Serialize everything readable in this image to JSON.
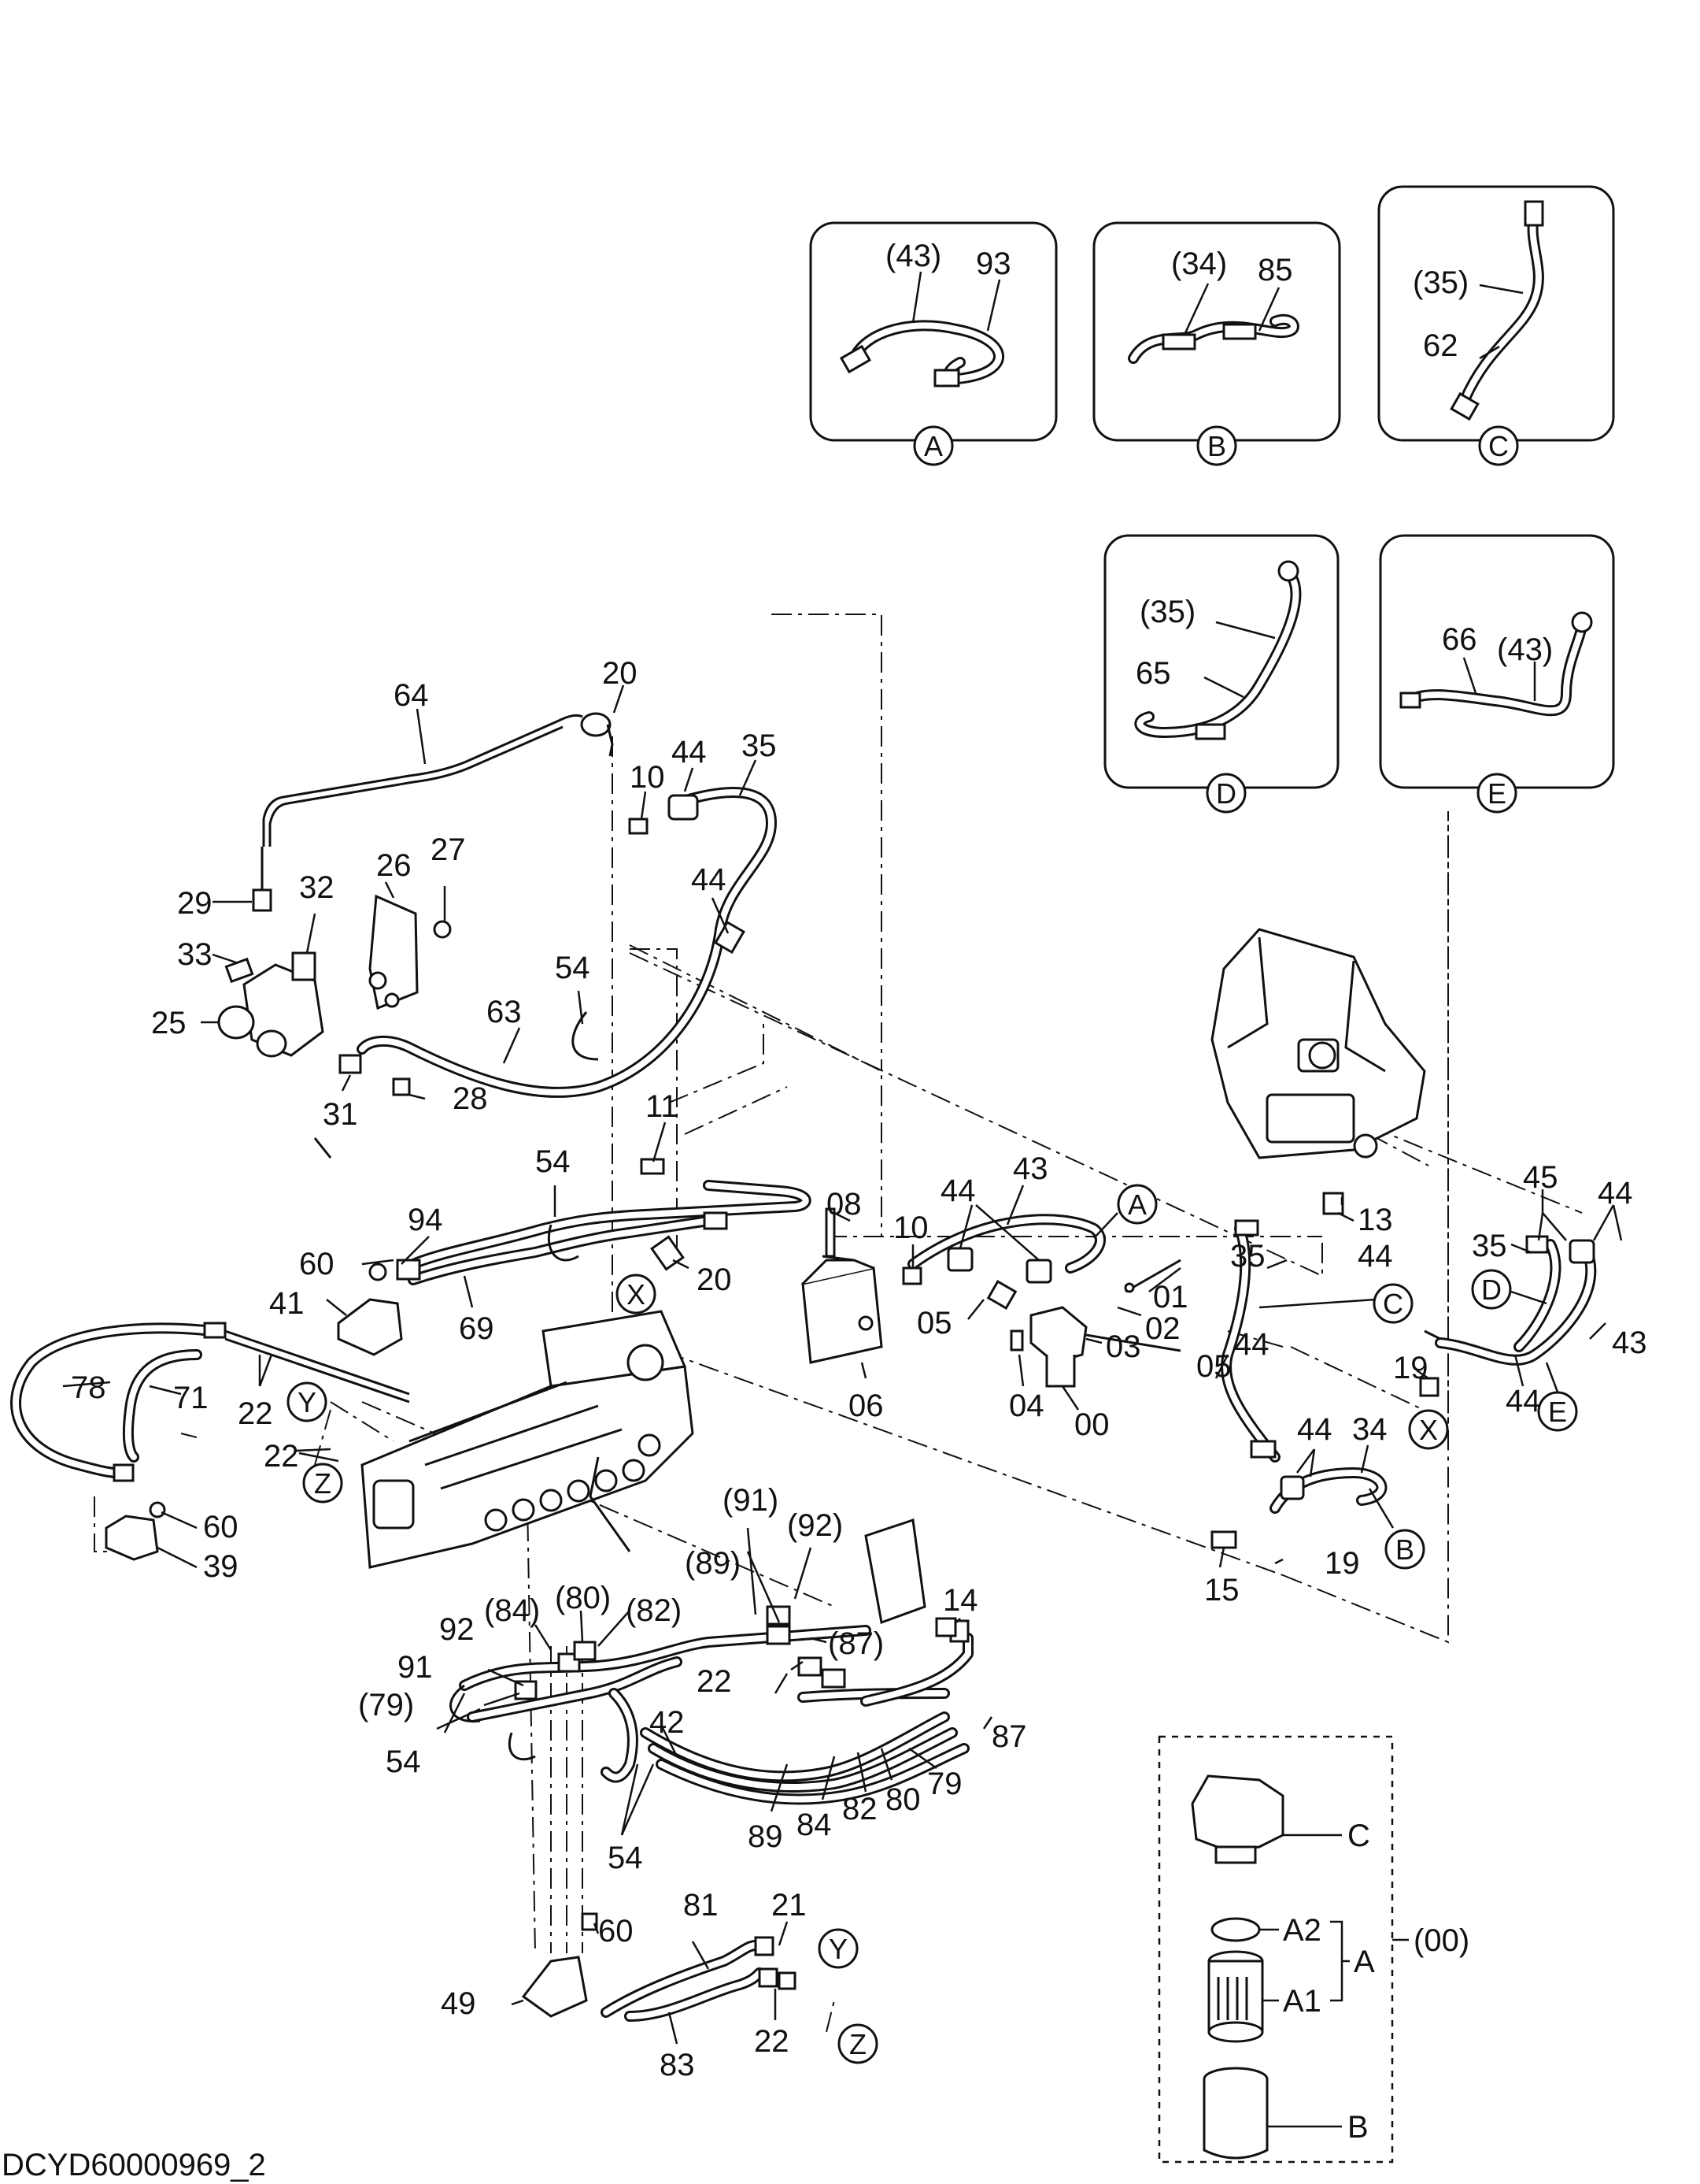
{
  "footer_code": "DCYD60000969_2",
  "insets": [
    {
      "letter": "A",
      "labels": [
        "(43)",
        "93"
      ]
    },
    {
      "letter": "B",
      "labels": [
        "(34)",
        "85"
      ]
    },
    {
      "letter": "C",
      "labels": [
        "(35)",
        "62"
      ]
    },
    {
      "letter": "D",
      "labels": [
        "(35)",
        "65"
      ]
    },
    {
      "letter": "E",
      "labels": [
        "66",
        "(43)"
      ]
    }
  ],
  "filter_detail": {
    "group_label": "(00)",
    "labels": [
      "C",
      "A2",
      "A",
      "A1",
      "B"
    ]
  },
  "callout_letters": [
    "A",
    "B",
    "C",
    "D",
    "E",
    "X",
    "Y",
    "Z",
    "X",
    "Y",
    "Z"
  ],
  "part_labels": [
    "64",
    "20",
    "44",
    "35",
    "10",
    "29",
    "32",
    "26",
    "27",
    "33",
    "44",
    "25",
    "63",
    "54",
    "31",
    "28",
    "11",
    "54",
    "08",
    "43",
    "44",
    "94",
    "60",
    "10",
    "20",
    "41",
    "69",
    "05",
    "01",
    "02",
    "03",
    "78",
    "71",
    "22",
    "22",
    "06",
    "04",
    "00",
    "05",
    "60",
    "39",
    "45",
    "44",
    "13",
    "44",
    "35",
    "35",
    "44",
    "43",
    "19",
    "44",
    "34",
    "44",
    "15",
    "19",
    "(91)",
    "(92)",
    "(89)",
    "14",
    "(80)",
    "(84)",
    "(82)",
    "92",
    "(87)",
    "91",
    "(79)",
    "22",
    "87",
    "42",
    "79",
    "54",
    "80",
    "82",
    "84",
    "89",
    "54",
    "81",
    "60",
    "21",
    "49",
    "22",
    "83"
  ]
}
